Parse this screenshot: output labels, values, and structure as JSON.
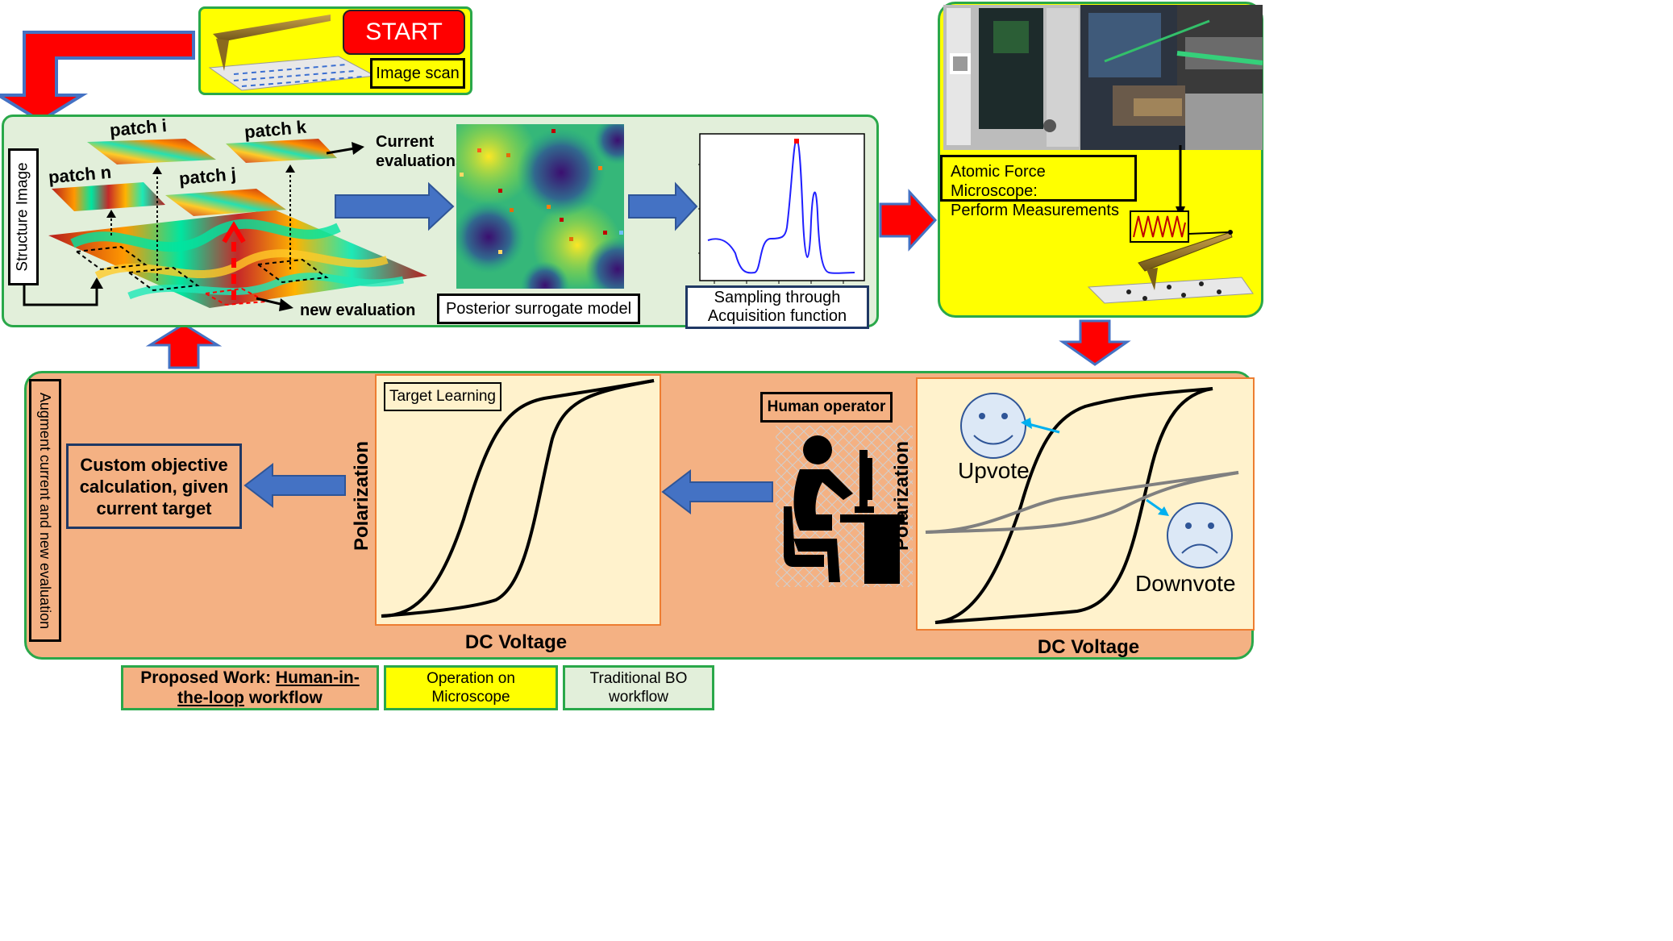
{
  "start": {
    "button": "START",
    "image_scan": "Image scan"
  },
  "bo_panel": {
    "structure_image": "Structure Image",
    "patches": {
      "i": "patch i",
      "k": "patch k",
      "n": "patch n",
      "j": "patch j"
    },
    "current_evaluations_line1": "Current",
    "current_evaluations_line2": "evaluations",
    "new_evaluation": "new evaluation",
    "posterior": "Posterior surrogate model",
    "acquisition_line1": "Sampling through",
    "acquisition_line2": "Acquisition function"
  },
  "microscope": {
    "label_line1": "Atomic Force Microscope:",
    "label_line2": "Perform Measurements"
  },
  "hitl_panel": {
    "augment": "Augment current and new evaluation",
    "objective_line1": "Custom objective",
    "objective_line2": "calculation, given",
    "objective_line3": "current target",
    "target_learning": "Target Learning",
    "polarization_left": "Polarization",
    "dc_voltage_left": "DC Voltage",
    "human_operator": "Human operator",
    "polarization_right": "Polarization",
    "dc_voltage_right": "DC Voltage",
    "upvote": "Upvote",
    "downvote": "Downvote"
  },
  "legend": {
    "proposed_prefix": "Proposed Work: ",
    "proposed_underline1": "Human-in-",
    "proposed_underline2": "the-loop",
    "proposed_suffix": " workflow",
    "operation_line1": "Operation on",
    "operation_line2": "Microscope",
    "traditional_line1": "Traditional BO",
    "traditional_line2": "workflow"
  },
  "colors": {
    "bo_panel_bg": "#e2efda",
    "microscope_bg": "#ffff00",
    "hitl_bg": "#f4b183",
    "plot_bg": "#fff2cc",
    "flow_arrow_red": "#ff0000",
    "flow_arrow_blue": "#4472c4",
    "panel_border": "#2aa84a"
  }
}
